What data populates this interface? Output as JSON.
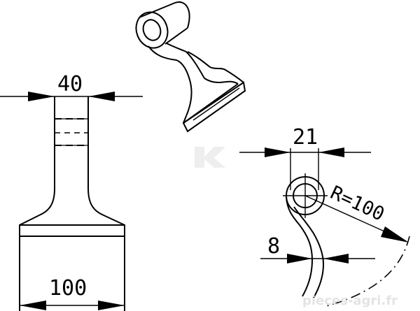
{
  "front_view": {
    "top_width_label": "40",
    "bottom_width_label": "100"
  },
  "side_view": {
    "bore_label": "21",
    "thickness_label": "8",
    "radius_label": "R=100"
  },
  "watermark": {
    "text": "pieces-agri.fr"
  }
}
